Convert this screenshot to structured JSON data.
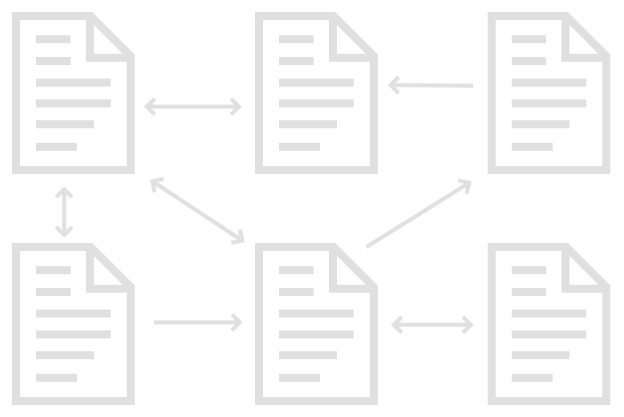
{
  "diagram": {
    "color": "#e0e0e0",
    "nodes": [
      {
        "id": "doc-top-left",
        "icon": "document-icon"
      },
      {
        "id": "doc-top-middle",
        "icon": "document-icon"
      },
      {
        "id": "doc-top-right",
        "icon": "document-icon"
      },
      {
        "id": "doc-bottom-left",
        "icon": "document-icon"
      },
      {
        "id": "doc-bottom-middle",
        "icon": "document-icon"
      },
      {
        "id": "doc-bottom-right",
        "icon": "document-icon"
      }
    ],
    "edges": [
      {
        "from": "doc-top-left",
        "to": "doc-top-middle",
        "direction": "both"
      },
      {
        "from": "doc-top-right",
        "to": "doc-top-middle",
        "direction": "forward"
      },
      {
        "from": "doc-top-left",
        "to": "doc-bottom-left",
        "direction": "both"
      },
      {
        "from": "doc-top-left",
        "to": "doc-bottom-middle",
        "direction": "both"
      },
      {
        "from": "doc-bottom-middle",
        "to": "doc-top-right",
        "direction": "forward"
      },
      {
        "from": "doc-bottom-left",
        "to": "doc-bottom-middle",
        "direction": "forward"
      },
      {
        "from": "doc-bottom-middle",
        "to": "doc-bottom-right",
        "direction": "both"
      }
    ]
  }
}
